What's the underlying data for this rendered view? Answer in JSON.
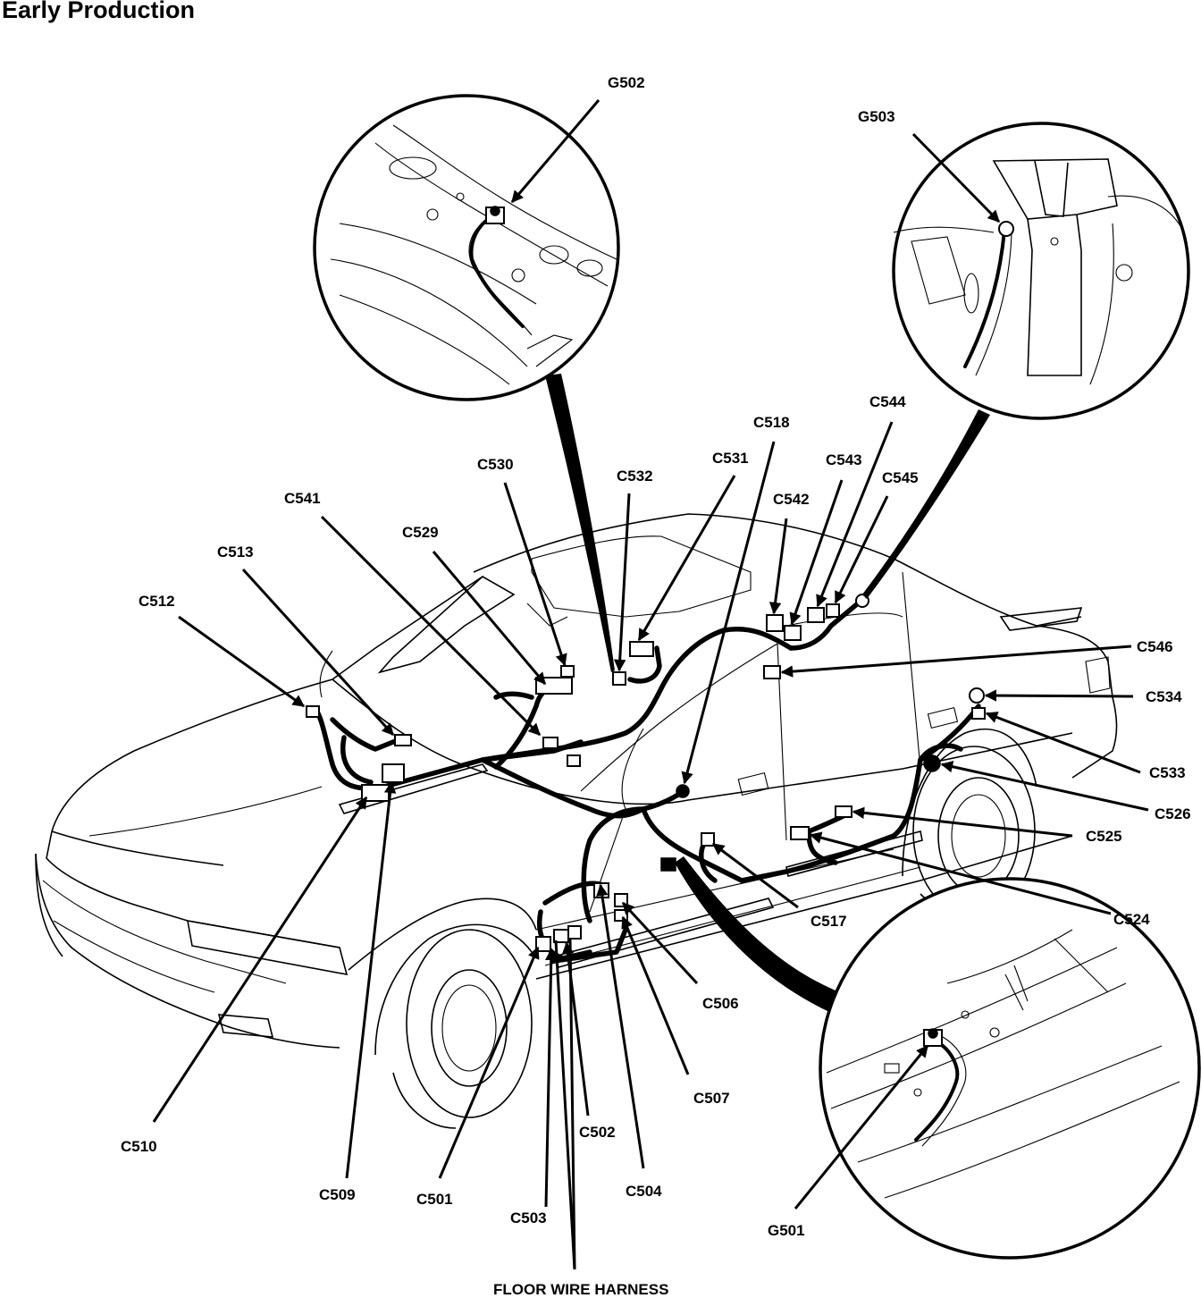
{
  "title": "Early Production",
  "harness_name": "FLOOR WIRE HARNESS",
  "callouts": {
    "g502": "G502",
    "g503": "G503",
    "g501": "G501",
    "c501": "C501",
    "c502": "C502",
    "c503": "C503",
    "c504": "C504",
    "c506": "C506",
    "c507": "C507",
    "c509": "C509",
    "c510": "C510",
    "c512": "C512",
    "c513": "C513",
    "c517": "C517",
    "c518": "C518",
    "c524": "C524",
    "c525": "C525",
    "c526": "C526",
    "c529": "C529",
    "c530": "C530",
    "c531": "C531",
    "c532": "C532",
    "c533": "C533",
    "c534": "C534",
    "c541": "C541",
    "c542": "C542",
    "c543": "C543",
    "c544": "C544",
    "c545": "C545",
    "c546": "C546"
  }
}
